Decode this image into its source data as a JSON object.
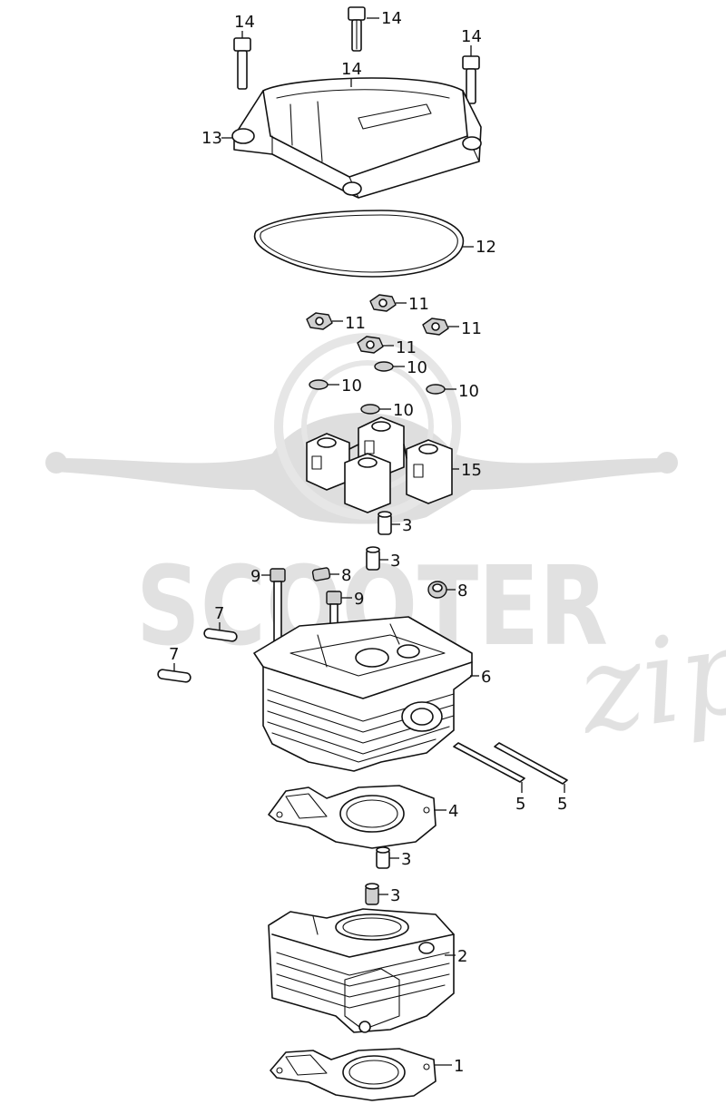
{
  "watermark": {
    "brand": "SCOOTER",
    "script": "zip"
  },
  "callouts": [
    {
      "num": "14"
    },
    {
      "num": "14"
    },
    {
      "num": "14"
    },
    {
      "num": "14"
    },
    {
      "num": "13"
    },
    {
      "num": "12"
    },
    {
      "num": "11"
    },
    {
      "num": "11"
    },
    {
      "num": "11"
    },
    {
      "num": "11"
    },
    {
      "num": "10"
    },
    {
      "num": "10"
    },
    {
      "num": "10"
    },
    {
      "num": "10"
    },
    {
      "num": "15"
    },
    {
      "num": "3"
    },
    {
      "num": "3"
    },
    {
      "num": "9"
    },
    {
      "num": "8"
    },
    {
      "num": "8"
    },
    {
      "num": "9"
    },
    {
      "num": "7"
    },
    {
      "num": "7"
    },
    {
      "num": "6"
    },
    {
      "num": "5"
    },
    {
      "num": "5"
    },
    {
      "num": "4"
    },
    {
      "num": "3"
    },
    {
      "num": "3"
    },
    {
      "num": "2"
    },
    {
      "num": "1"
    }
  ]
}
